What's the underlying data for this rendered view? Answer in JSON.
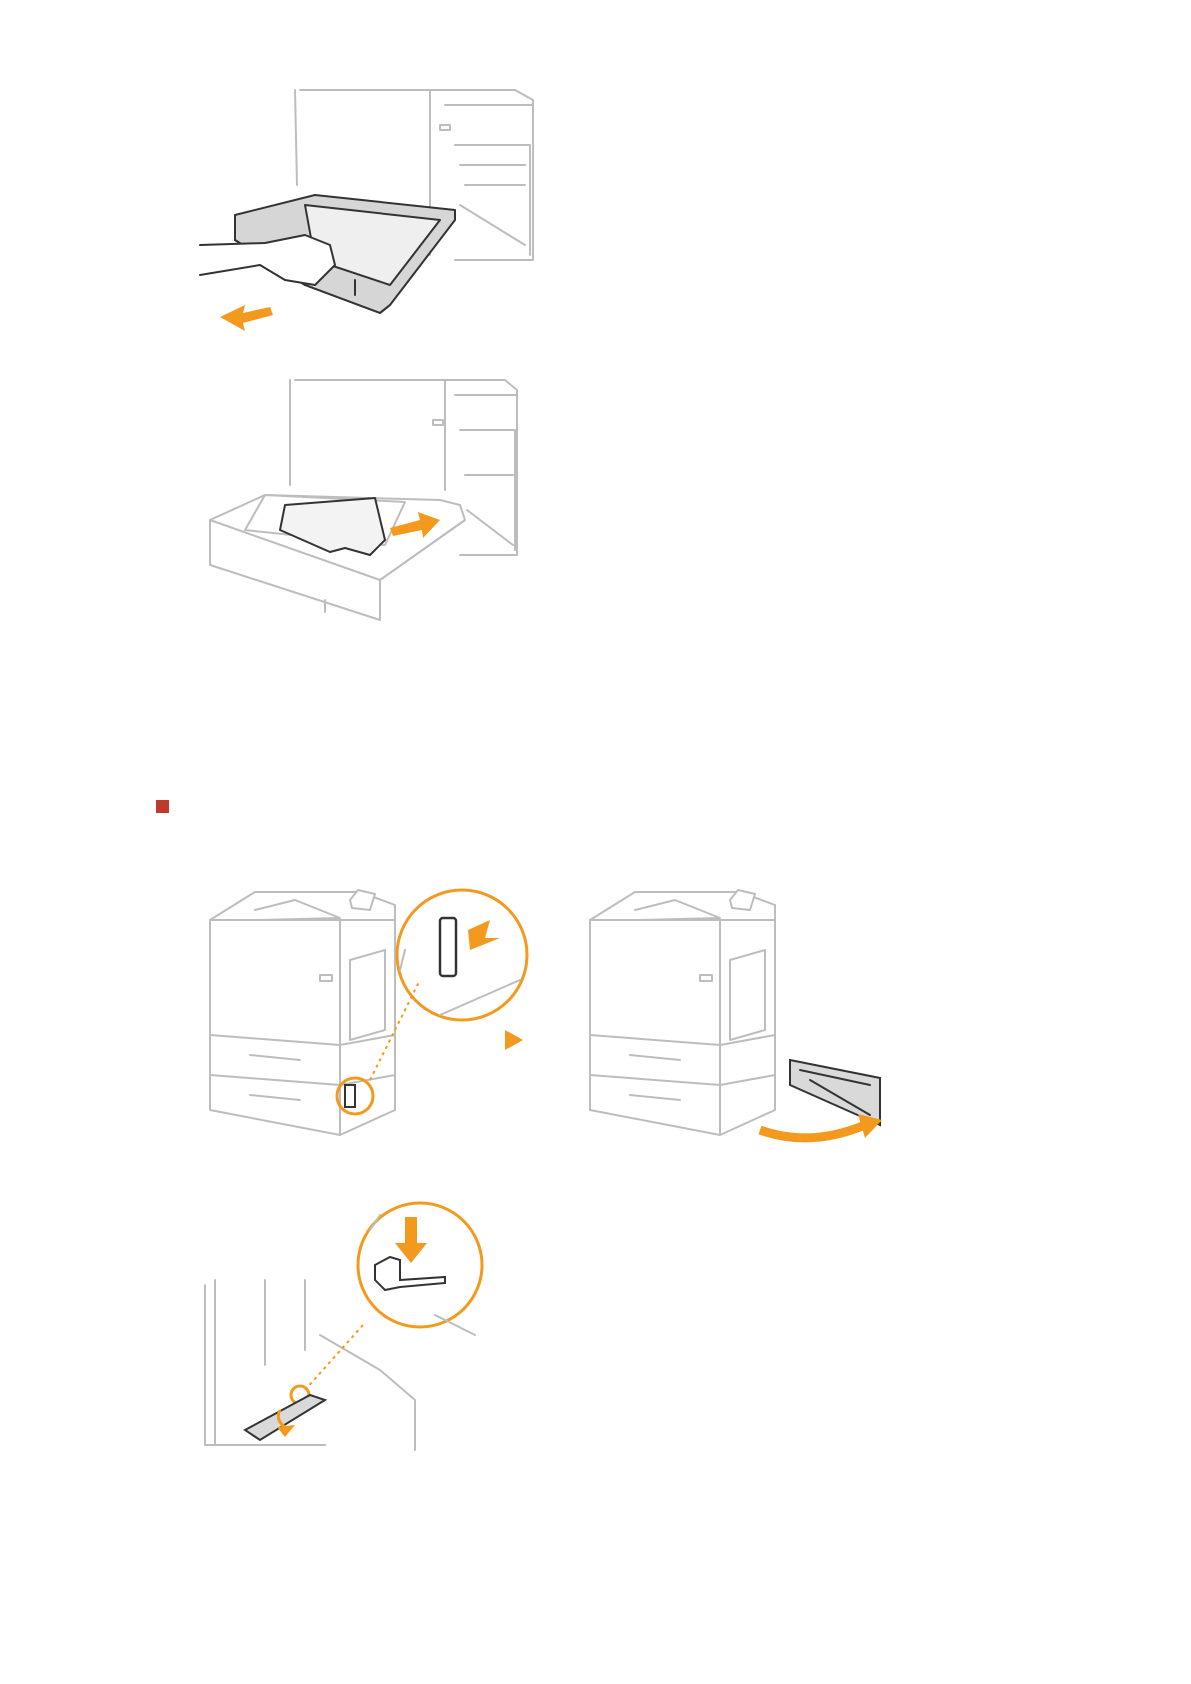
{
  "page": {
    "background": "#ffffff"
  },
  "colors": {
    "accent_orange": "#f39a1e",
    "bullet_red": "#c0392b",
    "line_gray": "#bdbdbd",
    "dark": "#333333"
  },
  "figures": [
    {
      "id": "fig1",
      "depicts": "pull-out-paper-drawer",
      "arrow": "orange-left"
    },
    {
      "id": "fig2",
      "depicts": "remove-jammed-paper-from-drawer",
      "arrow": "orange-right"
    },
    {
      "id": "fig3",
      "depicts": "press-release-lever-on-lower-right-cover",
      "callout": "zoom-circle"
    },
    {
      "id": "fig4",
      "depicts": "open-lower-right-cover",
      "arrow": "orange-curve"
    },
    {
      "id": "fig5",
      "depicts": "lower-paper-guide",
      "callout": "zoom-circle"
    }
  ],
  "icons": {
    "bullet": "square-bullet",
    "step": "play-triangle"
  }
}
